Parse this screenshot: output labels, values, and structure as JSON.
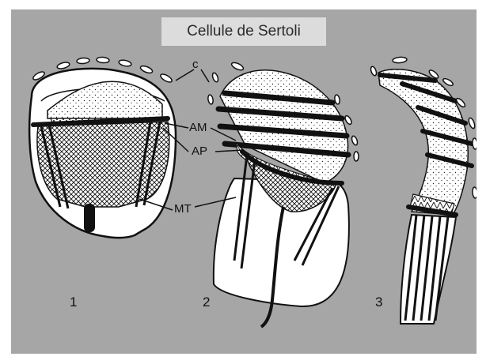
{
  "title": "Cellule de Sertoli",
  "labels": {
    "c": "c",
    "am": "AM",
    "ap": "AP",
    "mt": "MT"
  },
  "figure_numbers": [
    "1",
    "2",
    "3"
  ],
  "colors": {
    "panel": "#a6a6a6",
    "title_box": "#dcdcdc",
    "cell": "#ffffff",
    "ink": "#111111"
  }
}
